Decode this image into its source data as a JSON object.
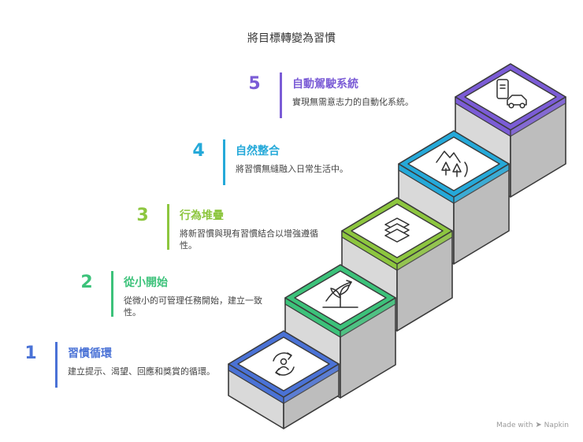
{
  "title": "將目標轉變為習慣",
  "steps": [
    {
      "number": "1",
      "title": "習慣循環",
      "desc": "建立提示、渴望、回應和獎賞的循環。",
      "color": "#4a72d6",
      "icon": "cycle-person-icon"
    },
    {
      "number": "2",
      "title": "從小開始",
      "desc": "從微小的可管理任務開始，建立一致性。",
      "color": "#3cc27a",
      "icon": "growing-plant-icon"
    },
    {
      "number": "3",
      "title": "行為堆疊",
      "desc": "將新習慣與現有習慣結合以增強遵循性。",
      "color": "#8dc63f",
      "icon": "stacked-layers-icon"
    },
    {
      "number": "4",
      "title": "自然整合",
      "desc": "將習慣無縫融入日常生活中。",
      "color": "#25a9d9",
      "icon": "mountain-landscape-icon"
    },
    {
      "number": "5",
      "title": "自動駕駛系統",
      "desc": "實現無需意志力的自動化系統。",
      "color": "#7b5cd6",
      "icon": "autonomous-car-icon"
    }
  ],
  "footer": {
    "made_with": "Made with",
    "brand": "Napkin",
    "brand_icon": "napkin-logo-icon"
  }
}
